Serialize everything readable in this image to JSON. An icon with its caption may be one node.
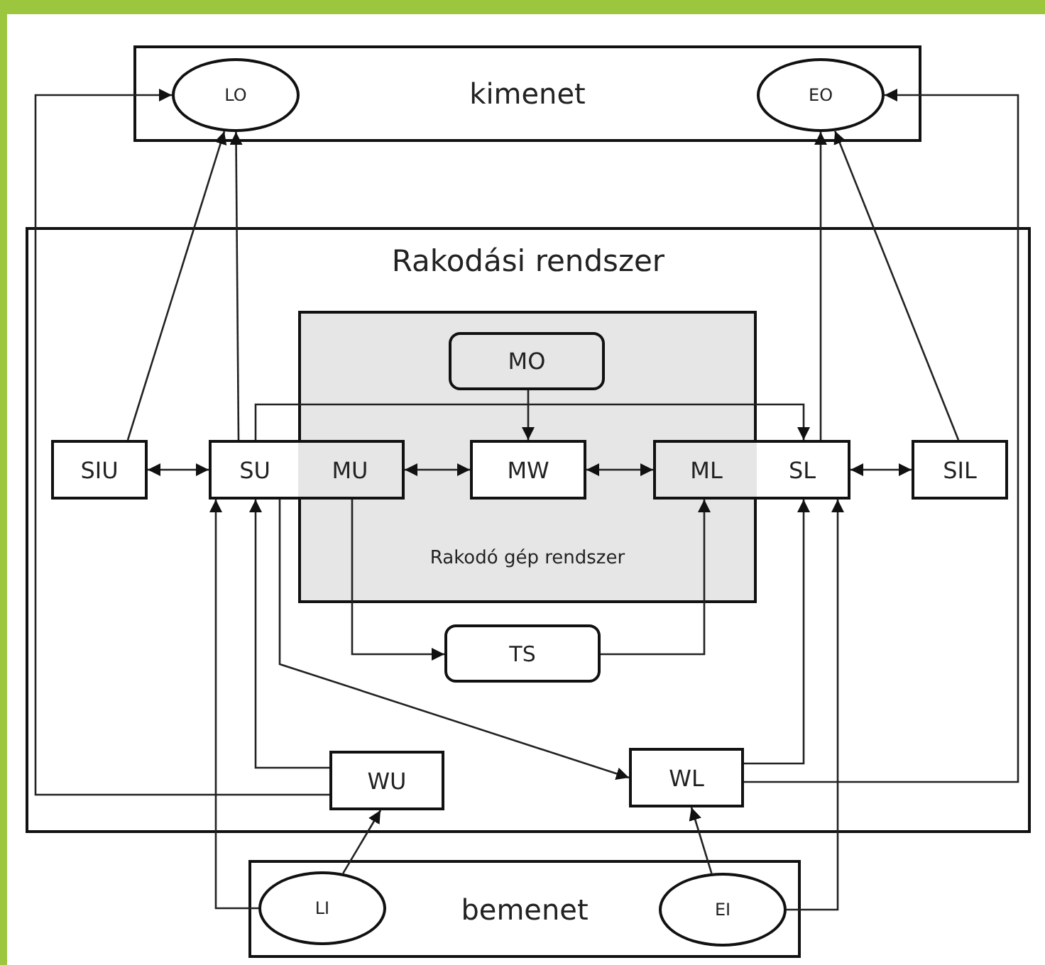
{
  "diagram": {
    "nodes": [
      {
        "text": [
          "kimenet"
        ]
      },
      {
        "text": [
          "LO"
        ],
        "in": 0
      },
      {
        "text": [
          "EO"
        ],
        "in": 0
      },
      {
        "text": [
          "Rakodási rendszer"
        ]
      },
      {
        "text": [
          "Rakodó gép rendszer"
        ],
        "in": 3
      },
      {
        "text": [
          "MO"
        ],
        "in": 4
      },
      {
        "text": [
          "SIU"
        ],
        "in": 3
      },
      {
        "text": [
          "SU"
        ],
        "in": 3
      },
      {
        "text": [
          "MU"
        ],
        "in": 4
      },
      {
        "text": [
          "MW"
        ],
        "in": 4
      },
      {
        "text": [
          "ML"
        ],
        "in": 4
      },
      {
        "text": [
          "SL"
        ],
        "in": 3
      },
      {
        "text": [
          "SIL"
        ],
        "in": 3
      },
      {
        "text": [
          "TS"
        ],
        "in": 3
      },
      {
        "text": [
          "WU"
        ],
        "in": 3
      },
      {
        "text": [
          "WL"
        ],
        "in": 3
      },
      {
        "text": [
          "bemenet"
        ]
      },
      {
        "text": [
          "LI"
        ],
        "in": 16
      },
      {
        "text": [
          "EI"
        ],
        "in": 16
      }
    ],
    "edges": [
      {
        "from": 14,
        "to": 1,
        "arrow": "to"
      },
      {
        "from": 6,
        "to": 1,
        "arrow": "to"
      },
      {
        "from": 7,
        "to": 1,
        "arrow": "to"
      },
      {
        "from": 11,
        "to": 2,
        "arrow": "to"
      },
      {
        "from": 12,
        "to": 2,
        "arrow": "to"
      },
      {
        "from": 15,
        "to": 2,
        "arrow": "to"
      },
      {
        "from": 6,
        "to": 7,
        "arrow": "both"
      },
      {
        "from": 8,
        "to": 9,
        "arrow": "both"
      },
      {
        "from": 9,
        "to": 10,
        "arrow": "both"
      },
      {
        "from": 11,
        "to": 12,
        "arrow": "both"
      },
      {
        "from": 5,
        "to": 9,
        "arrow": "to"
      },
      {
        "from": 7,
        "to": 11,
        "arrow": "to"
      },
      {
        "from": 8,
        "to": 13,
        "arrow": "to"
      },
      {
        "from": 13,
        "to": 10,
        "arrow": "to"
      },
      {
        "from": 7,
        "to": 15,
        "arrow": "to"
      },
      {
        "from": 14,
        "to": 7,
        "arrow": "to"
      },
      {
        "from": 17,
        "to": 7,
        "arrow": "to"
      },
      {
        "from": 17,
        "to": 14,
        "arrow": "to"
      },
      {
        "from": 18,
        "to": 15,
        "arrow": "to"
      },
      {
        "from": 15,
        "to": 11,
        "arrow": "to"
      },
      {
        "from": 18,
        "to": 11,
        "arrow": "to"
      }
    ]
  }
}
